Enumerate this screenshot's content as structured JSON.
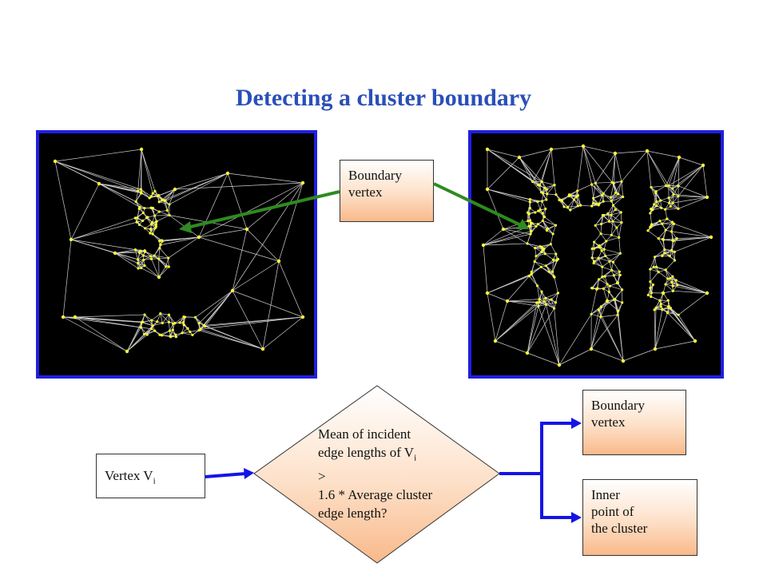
{
  "title": "Detecting a cluster boundary",
  "callout": {
    "line1": "Boundary",
    "line2": "vertex"
  },
  "vertex_box": {
    "label": "Vertex V",
    "subscript": "i"
  },
  "decision": {
    "line1": "Mean of incident",
    "line2": "edge lengths of V",
    "line2_sub": "i",
    "line3": ">",
    "line4": "1.6 * Average cluster",
    "line5": "edge length?"
  },
  "outcome_boundary": {
    "line1": "Boundary",
    "line2": "vertex"
  },
  "outcome_inner": {
    "line1": "Inner",
    "line2": "point of",
    "line3": "the cluster"
  },
  "colors": {
    "title": "#2a4fb8",
    "panel_border": "#1f1fe0",
    "mesh_point": "#ffff33",
    "mesh_edge": "#cfcfcf",
    "green_arrow": "#2e8b1f",
    "blue_arrow": "#1414e6"
  }
}
